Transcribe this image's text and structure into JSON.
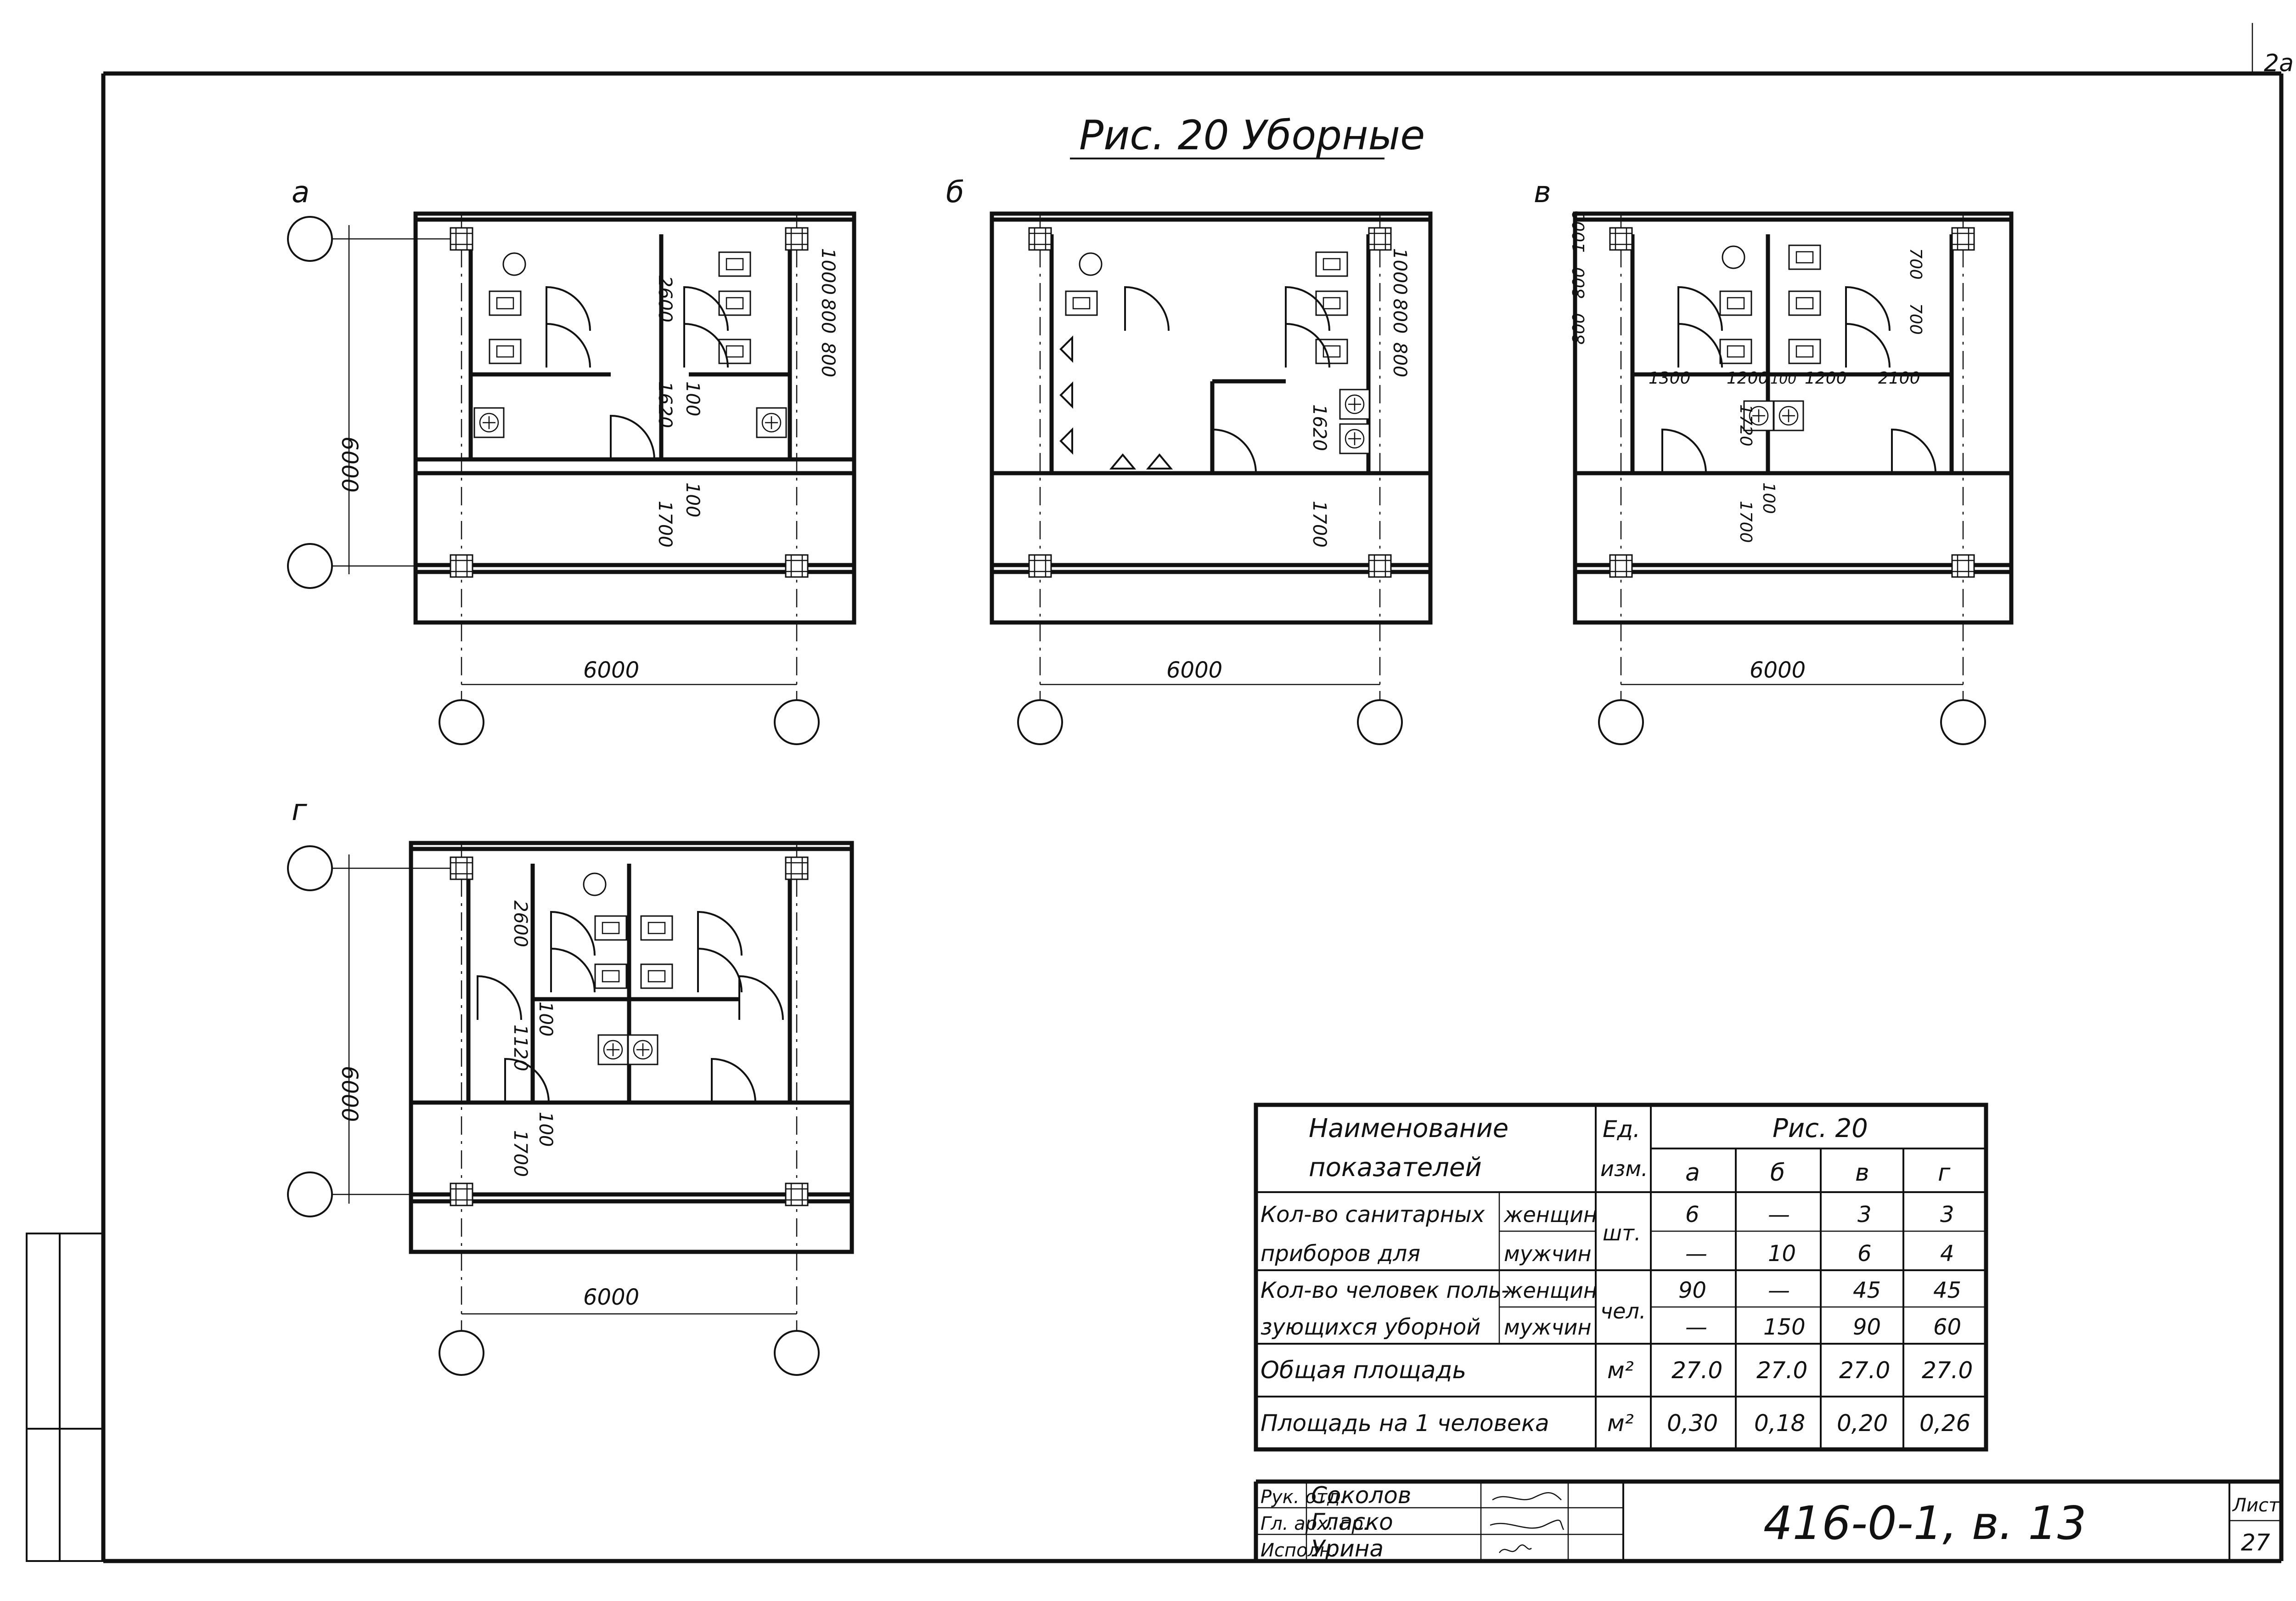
{
  "page_corner_mark": "2a",
  "figure_title": "Рис. 20  Уборные",
  "plans": [
    {
      "letter": "а",
      "dim_bottom": "6000",
      "dim_side": "6000",
      "dims_inner": [
        "2600",
        "1000",
        "800",
        "800",
        "1620",
        "100",
        "1700",
        "100"
      ]
    },
    {
      "letter": "б",
      "dim_bottom": "6000",
      "dims_inner": [
        "1000",
        "800",
        "800",
        "1620",
        "1700"
      ]
    },
    {
      "letter": "в",
      "dim_bottom": "6000",
      "dims_inner": [
        "800",
        "800",
        "1000",
        "700",
        "700",
        "1300",
        "1200",
        "100",
        "1200",
        "2100",
        "1720",
        "100",
        "1700"
      ]
    },
    {
      "letter": "г",
      "dim_bottom": "6000",
      "dim_side": "6000",
      "dims_inner": [
        "2600",
        "1120",
        "100",
        "1700",
        "100"
      ]
    }
  ],
  "table": {
    "header": {
      "name_line1": "Наименование",
      "name_line2": "показателей",
      "unit_line1": "Ед.",
      "unit_line2": "изм.",
      "group": "Рис. 20",
      "cols": [
        "а",
        "б",
        "в",
        "г"
      ]
    },
    "rows": [
      {
        "label1": "Кол-во санитарных",
        "label2": "приборов для",
        "unit": "шт.",
        "sub": [
          {
            "name": "женщин",
            "values": [
              "6",
              "—",
              "3",
              "3"
            ]
          },
          {
            "name": "мужчин",
            "values": [
              "—",
              "10",
              "6",
              "4"
            ]
          }
        ]
      },
      {
        "label1": "Кол-во человек поль-",
        "label2": "зующихся уборной",
        "unit": "чел.",
        "sub": [
          {
            "name": "женщин",
            "values": [
              "90",
              "—",
              "45",
              "45"
            ]
          },
          {
            "name": "мужчин",
            "values": [
              "—",
              "150",
              "90",
              "60"
            ]
          }
        ]
      },
      {
        "label": "Общая площадь",
        "unit": "м²",
        "values": [
          "27.0",
          "27.0",
          "27.0",
          "27.0"
        ]
      },
      {
        "label": "Площадь на 1 человека",
        "unit": "м²",
        "values": [
          "0,30",
          "0,18",
          "0,20",
          "0,26"
        ]
      }
    ]
  },
  "title_block": {
    "roles": [
      "Рук. отд.",
      "Гл. арх. пр.",
      "Исполн."
    ],
    "names": [
      "Соколов",
      "Гласко",
      "Урина"
    ],
    "doc_code": "416-0-1,  в. 13",
    "sheet_label": "Лист",
    "sheet_no": "27"
  }
}
